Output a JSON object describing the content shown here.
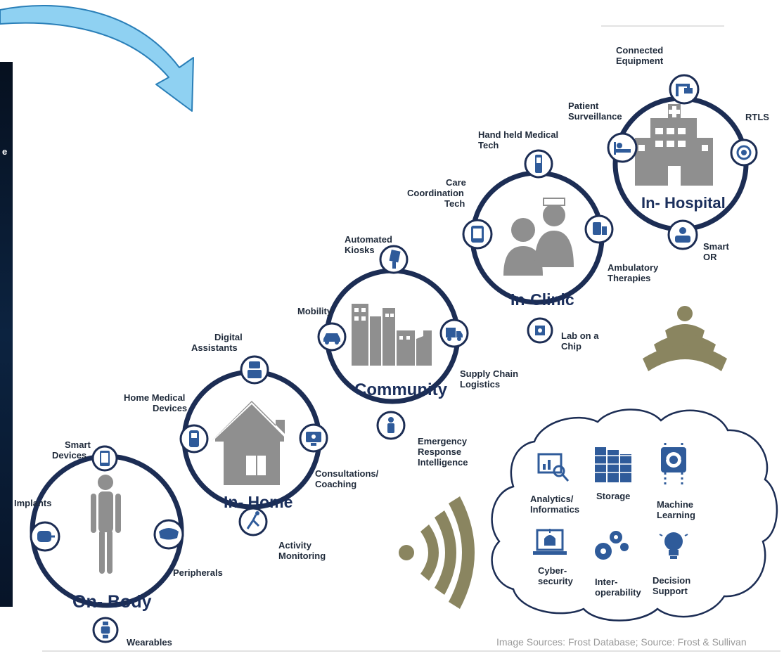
{
  "side_panel": {
    "visible_char": "e"
  },
  "colors": {
    "ring": "#1c2d54",
    "icon_fill": "#2f5b9a",
    "icon_bg": "#ffffff",
    "gray_art": "#8f8f8f",
    "wave": "#8a8560",
    "arrow": "#8fd1f2"
  },
  "stages": [
    {
      "title": "On- Body",
      "labels": [
        "Smart Devices",
        "Implants",
        "Peripherals",
        "Wearables"
      ]
    },
    {
      "title": "In- Home",
      "labels": [
        "Digital Assistants",
        "Home Medical Devices",
        "Consultations/ Coaching",
        "Activity Monitoring"
      ]
    },
    {
      "title": "Community",
      "labels": [
        "Automated Kiosks",
        "Mobility",
        "Supply Chain Logistics",
        "Emergency Response Intelligence"
      ]
    },
    {
      "title": "In-Clinic",
      "labels": [
        "Hand held Medical Tech",
        "Care Coordination Tech",
        "Ambulatory Therapies",
        "Lab on a Chip"
      ]
    },
    {
      "title": "In- Hospital",
      "labels": [
        "Connected Equipment",
        "Patient Surveillance",
        "RTLS",
        "Smart OR"
      ]
    }
  ],
  "cloud": {
    "items": [
      {
        "label": "Analytics/ Informatics",
        "icon": "analytics-icon"
      },
      {
        "label": "Storage",
        "icon": "storage-icon"
      },
      {
        "label": "Machine Learning",
        "icon": "chip-brain-icon"
      },
      {
        "label": "Cyber- security",
        "icon": "alarm-icon"
      },
      {
        "label": "Inter- operability",
        "icon": "gears-icon"
      },
      {
        "label": "Decision Support",
        "icon": "lightbulb-icon"
      }
    ]
  },
  "source": "Image Sources: Frost Database; Source: Frost & Sullivan"
}
